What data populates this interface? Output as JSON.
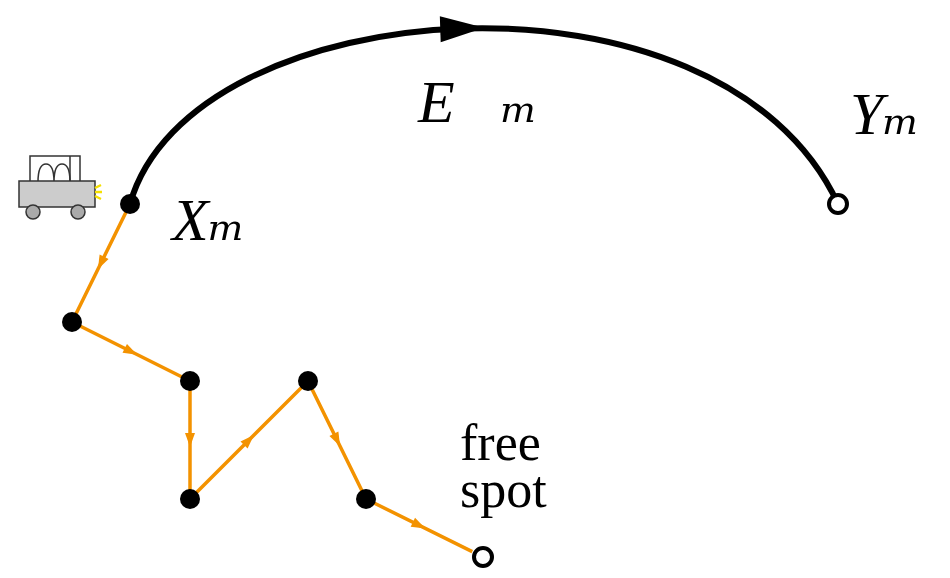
{
  "diagram": {
    "nodes": [
      {
        "text": [
          "Xₘ"
        ]
      },
      {
        "text": [
          "Yₘ"
        ]
      },
      {
        "text": [
          "free spot"
        ]
      }
    ],
    "edges": [
      {
        "from": 0,
        "to": 1,
        "arrow": "to",
        "label": "E⃗ₘ"
      },
      {
        "from": 0,
        "to": 2,
        "arrow": "to"
      }
    ]
  }
}
